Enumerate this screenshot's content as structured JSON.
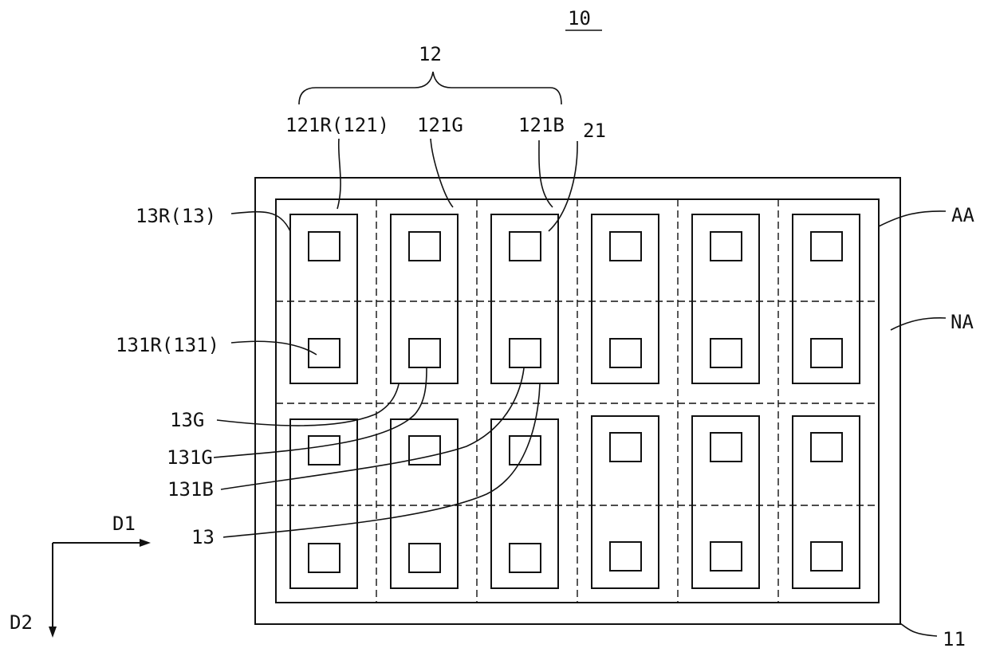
{
  "figure": {
    "number": "10",
    "group_label": "12",
    "column_labels": [
      "121R(121)",
      "121G",
      "121B"
    ],
    "callouts": {
      "label_21": "21",
      "label_13R": "13R(13)",
      "label_131R": "131R(131)",
      "label_13G": "13G",
      "label_131G": "131G",
      "label_131B": "131B",
      "label_13": "13",
      "label_AA": "AA",
      "label_NA": "NA",
      "label_11": "11"
    },
    "axes": {
      "d1": "D1",
      "d2": "D2"
    },
    "grid": {
      "columns": 6,
      "rows": 4,
      "pixel_groups_per_column": 2
    }
  }
}
